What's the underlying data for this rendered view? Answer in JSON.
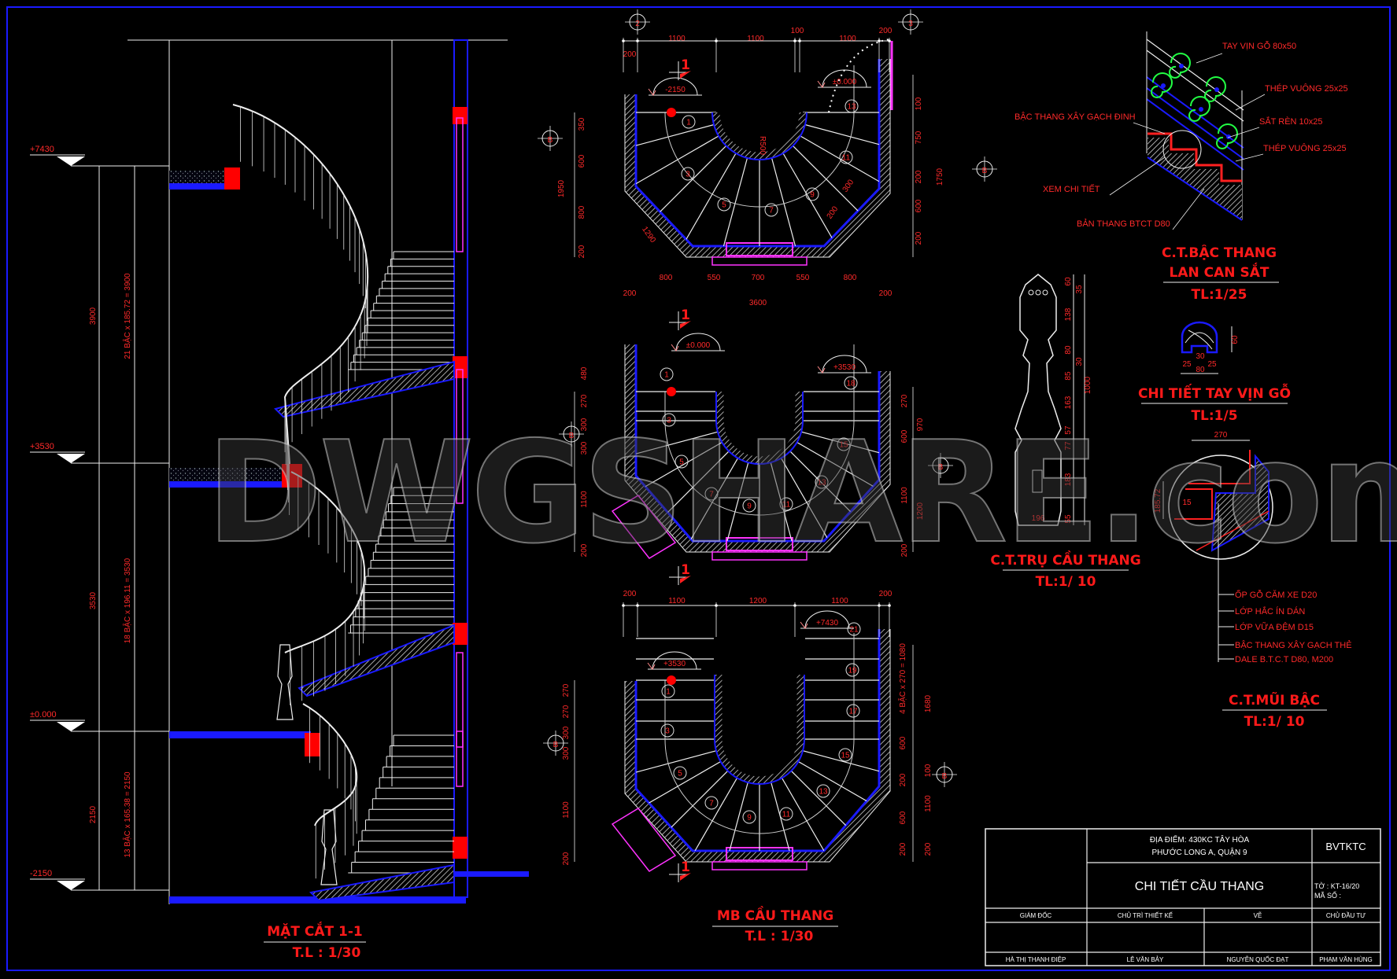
{
  "colors": {
    "background": "#000000",
    "border": "#1a1aff",
    "text": "#ff2020",
    "lines": "#ffffff",
    "wall_face": "#1a1aff",
    "door": "#ff33ff",
    "ornament": "#22ff44",
    "column_block": "#ff0000"
  },
  "watermark": "DWGSHARE.com",
  "section": {
    "title": "MẶT CẮT 1-1",
    "scale": "T.L : 1/30",
    "levels": [
      "+7430",
      "+3530",
      "±0.000",
      "-2150"
    ],
    "dims": [
      "3900",
      "3530",
      "2150"
    ],
    "step_dims": [
      "21 BẬC x 185.72 = 3900",
      "18 BẬC x 196.11 = 3530",
      "13 BẬC x 165.38 = 2150"
    ]
  },
  "plans": {
    "title": "MB CẦU THANG",
    "scale": "T.L : 1/30",
    "section_mark": "1",
    "grid": [
      "2",
      "3",
      "B"
    ],
    "plan1": {
      "levels": [
        "-2150",
        "±0.000"
      ],
      "steps": [
        "1",
        "3",
        "5",
        "7",
        "9",
        "11",
        "13"
      ],
      "dims": [
        "1100",
        "1100",
        "100",
        "1100",
        "200",
        "200",
        "800",
        "550",
        "700",
        "550",
        "800",
        "200",
        "200",
        "3600",
        "350",
        "600",
        "800",
        "200",
        "1950",
        "100",
        "750",
        "200",
        "600",
        "200",
        "1750",
        "1290",
        "300",
        "200",
        "R500"
      ]
    },
    "plan2": {
      "levels": [
        "±0.000",
        "+3530"
      ],
      "steps": [
        "1",
        "3",
        "5",
        "7",
        "9",
        "11",
        "13",
        "15",
        "18"
      ],
      "dims": [
        "480",
        "270",
        "300",
        "300",
        "1100",
        "200",
        "270",
        "600",
        "1100",
        "200",
        "970",
        "1200"
      ]
    },
    "plan3": {
      "levels": [
        "+3530",
        "+7430"
      ],
      "steps": [
        "1",
        "3",
        "5",
        "7",
        "9",
        "11",
        "13",
        "15",
        "17",
        "19",
        "21"
      ],
      "dims": [
        "200",
        "1100",
        "1200",
        "1100",
        "200",
        "270",
        "270",
        "300",
        "300",
        "1100",
        "200",
        "4 BẬC x 270 = 1080",
        "1680",
        "600",
        "100",
        "200",
        "600",
        "200",
        "1100",
        "200"
      ]
    }
  },
  "railing_detail": {
    "title_line1": "C.T.BẬC THANG",
    "title_line2": "LAN CAN SẮT",
    "scale": "TL:1/25",
    "labels": [
      "TAY VỊN GỖ 80x50",
      "THÉP VUÔNG 25x25",
      "SẮT RÈN 10x25",
      "THÉP VUÔNG 25x25",
      "BẬC THANG XÂY GẠCH ĐINH",
      "XEM CHI TIẾT",
      "BẢN THANG BTCT D80"
    ]
  },
  "handrail_detail": {
    "title": "CHI TIẾT TAY VỊN GỖ",
    "scale": "TL:1/5",
    "dims": [
      "30",
      "25",
      "25",
      "80",
      "60"
    ]
  },
  "post_detail": {
    "title": "C.T.TRỤ CẦU THANG",
    "scale": "TL:1/ 10",
    "dims": [
      "60",
      "35",
      "138",
      "80",
      "30",
      "85",
      "163",
      "57",
      "77",
      "183",
      "55",
      "1000",
      "196"
    ]
  },
  "nosing_detail": {
    "title": "C.T.MŨI BẬC",
    "scale": "TL:1/ 10",
    "dims": [
      "270",
      "185.72",
      "15"
    ],
    "notes": [
      "ỐP GỖ CĂM XE D20",
      "LỚP HẮC ÍN DÁN",
      "LỚP VỮA ĐỆM D15",
      "BẬC THANG XÂY GẠCH THẺ",
      "DALE B.T.C.T D80, M200"
    ]
  },
  "title_block": {
    "location_line1": "ĐỊA ĐIỂM: 430KC TÂY HÒA",
    "location_line2": "PHƯỚC LONG A, QUẬN 9",
    "drawing_title": "CHI TIẾT CẦU THANG",
    "stage": "BVTKTC",
    "sheet": "TỜ : KT-16/20",
    "code": "MÃ SỐ :",
    "roles": [
      "GIÁM ĐỐC",
      "CHỦ TRÌ THIẾT KẾ",
      "VẼ",
      "CHỦ ĐẦU TƯ"
    ],
    "names": [
      "HÀ THỊ THANH ĐIỆP",
      "LÊ VĂN BẢY",
      "NGUYỄN QUỐC ĐẠT",
      "PHẠM VĂN HÙNG"
    ]
  }
}
